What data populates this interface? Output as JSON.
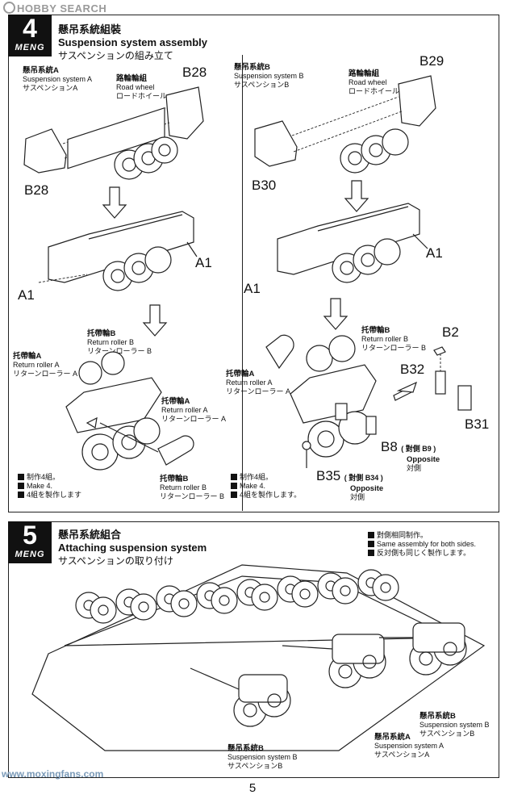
{
  "watermark_top": "HOBBY SEARCH",
  "watermark_bottom": "www.moxingfans.com",
  "brand": "MENG",
  "step4": {
    "number": "4",
    "title_cn": "懸吊系統組裝",
    "title_en": "Suspension system assembly",
    "title_jp": "サスペンションの組み立て",
    "left": {
      "susp_cn": "懸吊系統A",
      "susp_en": "Suspension system A",
      "susp_jp": "サスペンションA",
      "wheel_cn": "路輪輪組",
      "wheel_en": "Road wheel",
      "wheel_jp": "ロードホイール",
      "part_top": "B28",
      "part_bottom": "B28",
      "a1_right": "A1",
      "a1_left": "A1",
      "rrB_cn": "托帶輪B",
      "rrB_en": "Return roller B",
      "rrB_jp": "リターンローラー B",
      "rrA_cn": "托帶輪A",
      "rrA_en": "Return roller A",
      "rrA_jp": "リターンローラー A",
      "rrA2_cn": "托帶輪A",
      "rrA2_en": "Return roller A",
      "rrA2_jp": "リターンローラー A",
      "rrB2_cn": "托帶輪B",
      "rrB2_en": "Return roller B",
      "rrB2_jp": "リターンローラー B",
      "make_cn": "制作4組。",
      "make_en": "Make 4.",
      "make_jp": "4組を製作します"
    },
    "right": {
      "susp_cn": "懸吊系統B",
      "susp_en": "Suspension system B",
      "susp_jp": "サスペンションB",
      "wheel_cn": "路輪輪組",
      "wheel_en": "Road wheel",
      "wheel_jp": "ロードホイール",
      "part_top": "B29",
      "part_bottom": "B30",
      "a1_right": "A1",
      "a1_left": "A1",
      "rrB_cn": "托帶輪B",
      "rrB_en": "Return roller B",
      "rrB_jp": "リターンローラー B",
      "rrA_cn": "托帶輪A",
      "rrA_en": "Return roller A",
      "rrA_jp": "リターンローラー A",
      "b2": "B2",
      "b32": "B32",
      "b31": "B31",
      "b8": "B8",
      "b8_opp_cn": "( 對側 B9 )",
      "b8_opp_en": "Opposite",
      "b8_opp_jp": "対側",
      "b35": "B35",
      "b35_opp_cn": "( 對側 B34 )",
      "b35_opp_en": "Opposite",
      "b35_opp_jp": "対側",
      "make_cn": "制作4組。",
      "make_en": "Make 4.",
      "make_jp": "4組を製作します。"
    }
  },
  "step5": {
    "number": "5",
    "title_cn": "懸吊系統組合",
    "title_en": "Attaching suspension system",
    "title_jp": "サスペンションの取り付け",
    "note_cn": "對側相同制作。",
    "note_en": "Same assembly for both sides.",
    "note_jp": "反対側も同じく製作します。",
    "lblB1_cn": "懸吊系統B",
    "lblB1_en": "Suspension system B",
    "lblB1_jp": "サスペンションB",
    "lblA_cn": "懸吊系統A",
    "lblA_en": "Suspension system A",
    "lblA_jp": "サスペンションA",
    "lblB2_cn": "懸吊系統B",
    "lblB2_en": "Suspension system B",
    "lblB2_jp": "サスペンションB"
  },
  "page_number": "5"
}
